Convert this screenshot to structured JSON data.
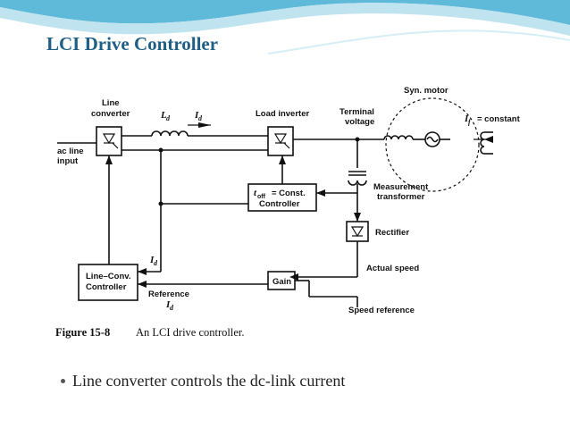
{
  "slide": {
    "title": "LCI Drive Controller",
    "bullet": "Line converter controls the dc-link current",
    "colors": {
      "title": "#1f5f86",
      "wave_top": "#5fb9d8",
      "wave_light": "#bfe4f0"
    }
  },
  "figure": {
    "labels": {
      "ac_line_1": "ac line",
      "ac_line_2": "input",
      "line_converter_1": "Line",
      "line_converter_2": "converter",
      "ld": "L",
      "ld_sub": "d",
      "id_top": "I",
      "id_top_sub": "d",
      "load_inverter": "Load inverter",
      "terminal_voltage_1": "Terminal",
      "terminal_voltage_2": "voltage",
      "syn_motor": "Syn. motor",
      "if_label": "I",
      "if_sub": "f",
      "if_value": "= constant",
      "toff_t": "t",
      "toff_sub": "off",
      "toff_rest": "= Const.",
      "toff_controller": "Controller",
      "measurement_1": "Measurement",
      "measurement_2": "transformer",
      "rectifier": "Rectifier",
      "id_mid": "I",
      "id_mid_sub": "d",
      "actual_speed": "Actual speed",
      "gain": "Gain",
      "line_conv_ctrl_1": "Line–Conv.",
      "line_conv_ctrl_2": "Controller",
      "reference": "Reference",
      "id_ref": "I",
      "id_ref_sub": "d",
      "speed_reference": "Speed reference",
      "caption_num": "Figure 15-8",
      "caption_text": "An LCI drive controller."
    }
  }
}
